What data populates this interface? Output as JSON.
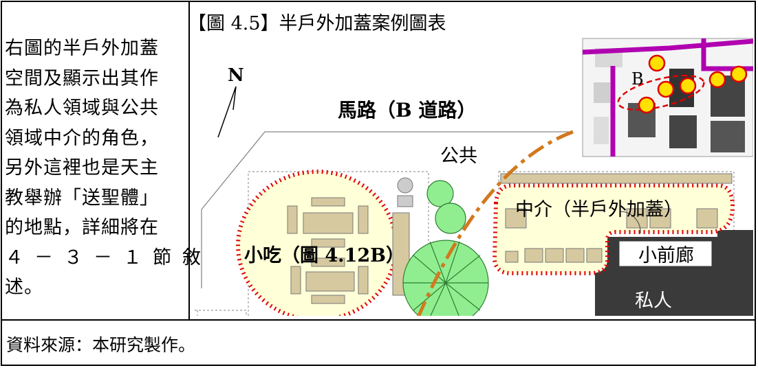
{
  "left_text": {
    "lines": [
      "右圖的半戶外加蓋",
      "空間及顯示出其作",
      "為私人領域與公共",
      "領域中介的角色，",
      "另外這裡也是天主",
      "教舉辦「送聖體」",
      "的地點，詳細將在",
      "４－３－１節敘",
      "述。"
    ]
  },
  "figure": {
    "title": "【圖 4.5】半戶外加蓋案例圖表",
    "north": "N",
    "road": "馬路（B 道路）",
    "public": "公共",
    "snack": "小吃（圖 4.12B）",
    "intermediary": "中介（半戶外加蓋）",
    "porch": "小前廊",
    "private": "私人",
    "inset_label": "B"
  },
  "source": "資料來源：本研究製作。",
  "colors": {
    "highlight_fill": "#ffffd8",
    "dotted_outline": "#e00000",
    "dash_dot_line": "#d2781e",
    "private_block": "#3a3a3a",
    "tree_green": "#90ee90",
    "inset_marker": "#ffe000",
    "inset_road": "#b000b0"
  }
}
